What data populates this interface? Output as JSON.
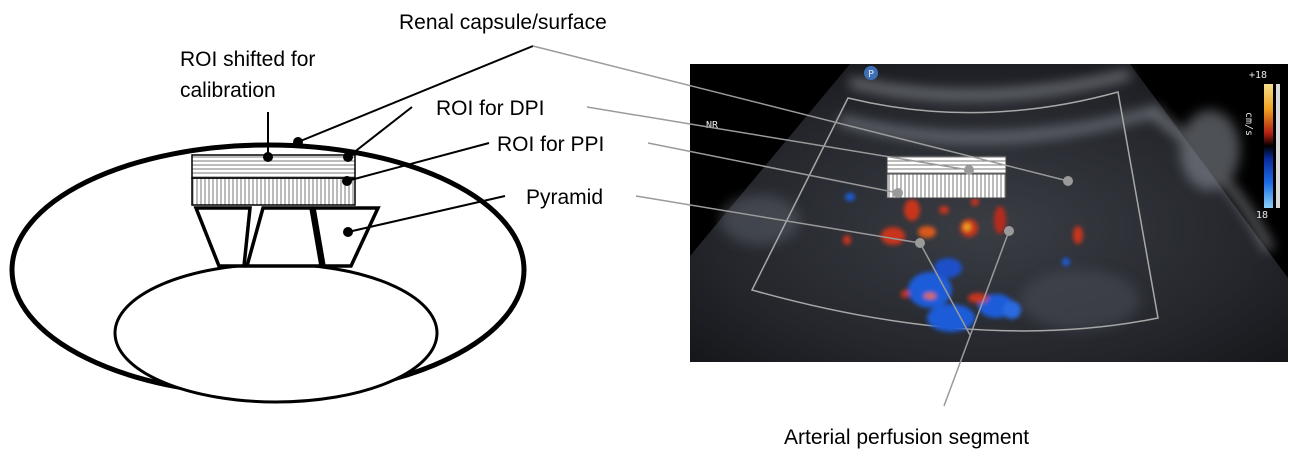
{
  "labels": {
    "capsule": "Renal capsule/surface",
    "roi_shifted_line1": "ROI shifted for",
    "roi_shifted_line2": "calibration",
    "roi_dpi": "ROI for DPI",
    "roi_ppi": "ROI for PPI",
    "pyramid": "Pyramid",
    "arterial": "Arterial perfusion segment"
  },
  "ultrasound": {
    "probe_marker": "P",
    "corner_text": "NR",
    "scale_top": "+18",
    "scale_unit": "cm/s",
    "scale_bottom": "18"
  },
  "colors": {
    "doppler_red": "#c8341e",
    "doppler_orange": "#f0a020",
    "doppler_blue": "#1e5cd8",
    "pointer_gray": "#9a9a9a"
  }
}
